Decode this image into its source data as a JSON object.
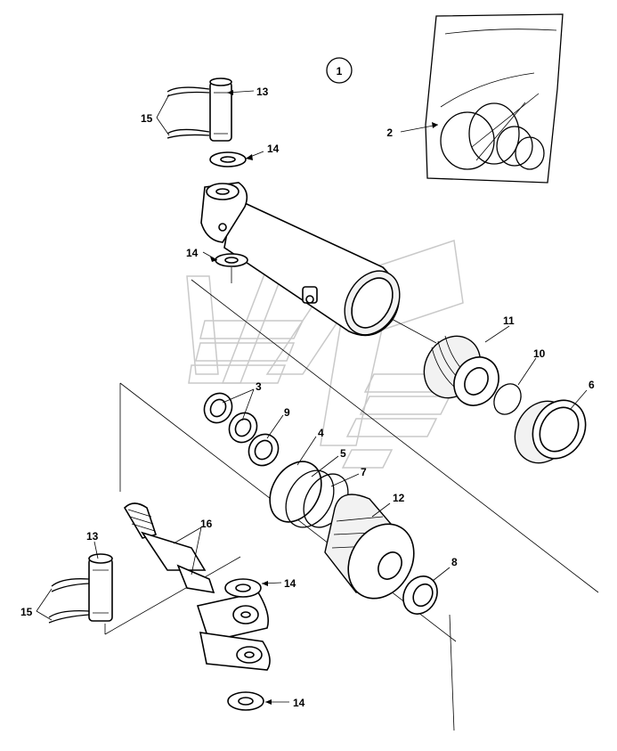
{
  "diagram": {
    "assembly_callout": "1",
    "callouts": [
      {
        "id": "c-2",
        "text": "2"
      },
      {
        "id": "c-3",
        "text": "3"
      },
      {
        "id": "c-4",
        "text": "4"
      },
      {
        "id": "c-5",
        "text": "5"
      },
      {
        "id": "c-6",
        "text": "6"
      },
      {
        "id": "c-7",
        "text": "7"
      },
      {
        "id": "c-8",
        "text": "8"
      },
      {
        "id": "c-9",
        "text": "9"
      },
      {
        "id": "c-10",
        "text": "10"
      },
      {
        "id": "c-11",
        "text": "11"
      },
      {
        "id": "c-12",
        "text": "12"
      },
      {
        "id": "c-13a",
        "text": "13"
      },
      {
        "id": "c-13b",
        "text": "13"
      },
      {
        "id": "c-14a",
        "text": "14"
      },
      {
        "id": "c-14b",
        "text": "14"
      },
      {
        "id": "c-14c",
        "text": "14"
      },
      {
        "id": "c-14d",
        "text": "14"
      },
      {
        "id": "c-15a",
        "text": "15"
      },
      {
        "id": "c-15b",
        "text": "15"
      },
      {
        "id": "c-16",
        "text": "16"
      }
    ]
  }
}
